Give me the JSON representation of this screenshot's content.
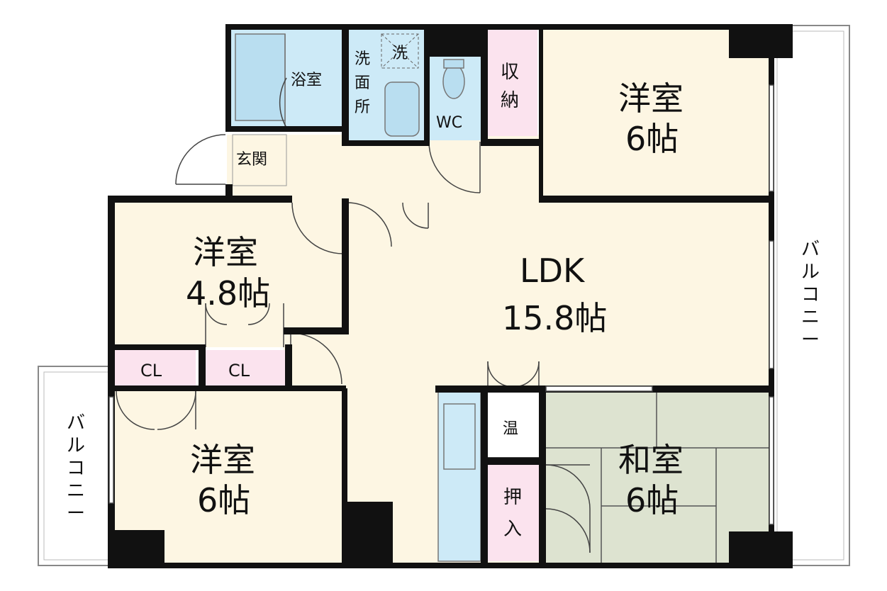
{
  "rooms": {
    "bath": "浴室",
    "washroom": [
      "洗",
      "面",
      "所"
    ],
    "washer": "洗",
    "wc": "WC",
    "storage": [
      "収",
      "納"
    ],
    "entrance": "玄関",
    "bedroom_ne": {
      "name": "洋室",
      "size": "6帖"
    },
    "bedroom_w": {
      "name": "洋室",
      "size": "4.8帖"
    },
    "ldk": {
      "name": "LDK",
      "size": "15.8帖"
    },
    "bedroom_sw": {
      "name": "洋室",
      "size": "6帖"
    },
    "washitsu": {
      "name": "和室",
      "size": "6帖"
    },
    "closet_1": "CL",
    "closet_2": "CL",
    "water_heater": "温",
    "oshiire": [
      "押",
      "入"
    ]
  },
  "balcony_east": [
    "バ",
    "ル",
    "コ",
    "ニ",
    "ー"
  ],
  "balcony_west": [
    "バ",
    "ル",
    "コ",
    "ニ",
    "ー"
  ],
  "colors": {
    "wall": "#111111",
    "room_floor": "#fdf6e3",
    "wet_area": "#cdeaf7",
    "storage": "#fbe3ee",
    "tatami": "#dde3d0",
    "balcony": "#ffffff"
  }
}
